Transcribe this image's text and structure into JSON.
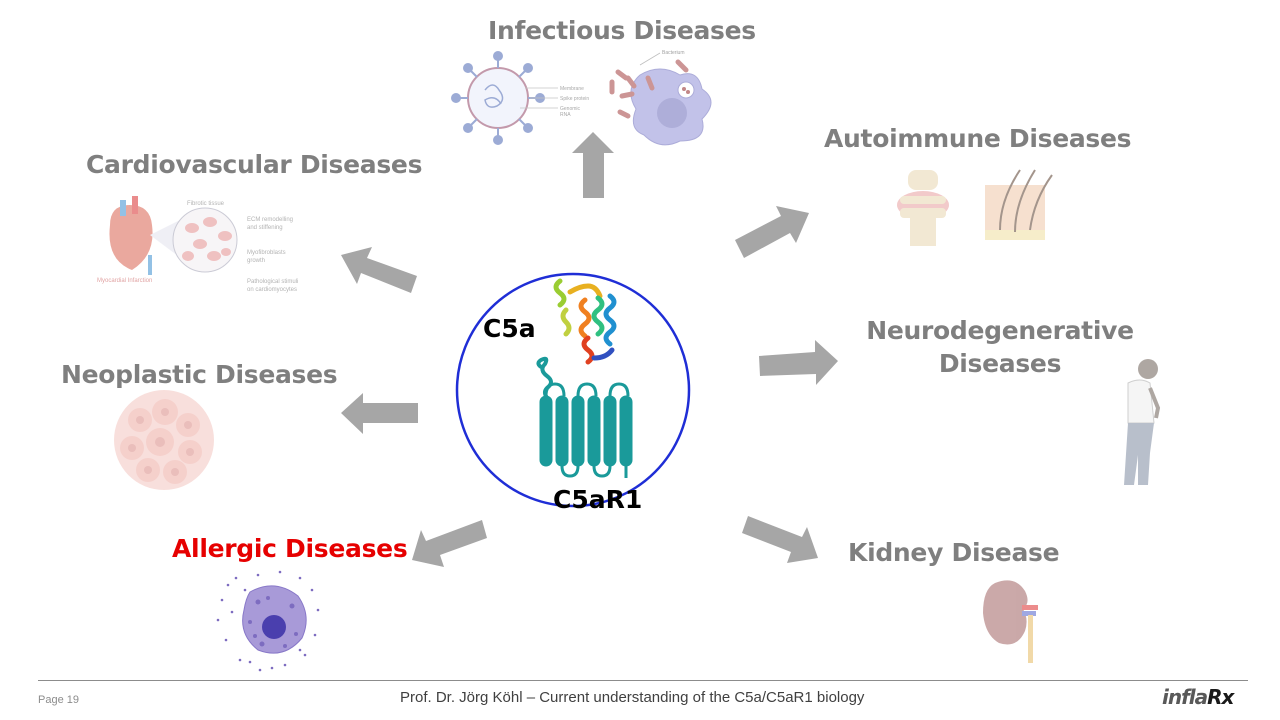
{
  "slide": {
    "center": {
      "ligand_label": "C5a",
      "receptor_label": "C5aR1"
    },
    "diseases": [
      {
        "id": "infectious",
        "title": "Infectious Diseases",
        "highlight": false
      },
      {
        "id": "cardiovascular",
        "title": "Cardiovascular Diseases",
        "highlight": false
      },
      {
        "id": "autoimmune",
        "title": "Autoimmune Diseases",
        "highlight": false
      },
      {
        "id": "neurodegenerative",
        "title_line1": "Neurodegenerative",
        "title_line2": "Diseases",
        "highlight": false
      },
      {
        "id": "neoplastic",
        "title": "Neoplastic Diseases",
        "highlight": false
      },
      {
        "id": "allergic",
        "title": "Allergic Diseases",
        "highlight": true
      },
      {
        "id": "kidney",
        "title": "Kidney Disease",
        "highlight": false
      }
    ],
    "illustration_labels": {
      "virus": [
        "Membrane",
        "Spike protein",
        "Genomic",
        "RNA"
      ],
      "bacterium": "Bacterium",
      "heart": "Myocardial Infarction",
      "fibrotic_title": "Fibrotic tissue",
      "fibrotic": [
        "ECM remodelling",
        "and stiffening",
        "Myofibroblasts",
        "growth",
        "Pathological stimuli",
        "on cardiomyocytes"
      ]
    },
    "colors": {
      "title_gray": "#7f7f7f",
      "highlight_red": "#e60000",
      "arrow_gray": "#a6a6a6",
      "circle_blue": "#1f2ed6",
      "receptor_teal": "#1a9a9a"
    }
  },
  "footer": {
    "page": "Page 19",
    "text": "Prof. Dr. Jörg Köhl – Current understanding of the C5a/C5aR1 biology",
    "logo_part1": "infla",
    "logo_part2": "Rx"
  }
}
